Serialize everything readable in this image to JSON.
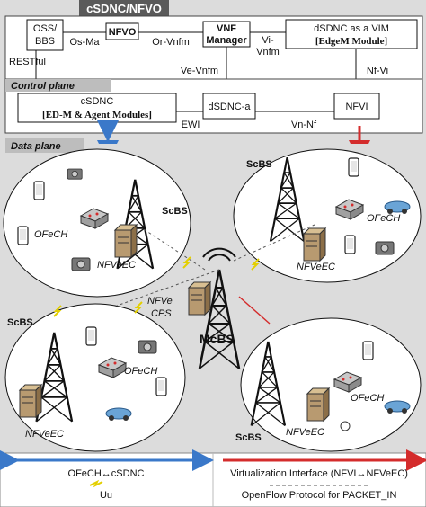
{
  "title": "cSDNC/NFVO",
  "control": {
    "oss_bbs": "OSS/\nBBS",
    "nfvo": "NFVO",
    "vnf_manager": "VNF\nManager",
    "dsdnc_vim_line1": "dSDNC as a VIM",
    "dsdnc_vim_line2": "[EdgeM Module]",
    "os_ma": "Os-Ma",
    "or_vnfm": "Or-Vnfm",
    "vi_vnfm": "Vi-\nVnfm",
    "restful": "RESTful",
    "ve_vnfm": "Ve-Vnfm",
    "nf_vi": "Nf-Vi",
    "control_plane": "Control plane",
    "csdnc_line1": "cSDNC",
    "csdnc_line2": "[ED-M & Agent Modules]",
    "dsdnc_a": "dSDNC-a",
    "nfvi": "NFVI",
    "ewi": "EWI",
    "vn_nf": "Vn-Nf"
  },
  "data_plane": {
    "label": "Data plane",
    "tl": {
      "ofech": "OFeCH",
      "scbs": "ScBS",
      "nfveec": "NFVeEC"
    },
    "tr": {
      "scbs": "ScBS",
      "ofech": "OFeCH",
      "nfveec": "NFVeEC"
    },
    "center": {
      "nfve_cps": "NFVe\nCPS",
      "mcbs": "McBS"
    },
    "bl": {
      "scbs": "ScBS",
      "ofech": "OFeCH",
      "nfveec": "NFVeEC"
    },
    "br": {
      "ofech": "OFeCH",
      "nfveec": "NFVeEC",
      "scbs": "ScBS"
    }
  },
  "legend": {
    "ofech_csdnc": "OFeCH↔cSDNC",
    "virtualization": "Virtualization Interface (NFVI↔NFVeEC)",
    "uu": "Uu",
    "openflow": "OpenFlow Protocol for PACKET_IN"
  },
  "colors": {
    "blue_arrow": "#3a78c9",
    "red_arrow": "#d42c2c",
    "title_bg": "#5a5a5a",
    "plane_bg": "#dcdcdc",
    "box_bg": "#ffffff",
    "cell_fill": "#ffffff",
    "zigzag": "#e3cf00"
  }
}
